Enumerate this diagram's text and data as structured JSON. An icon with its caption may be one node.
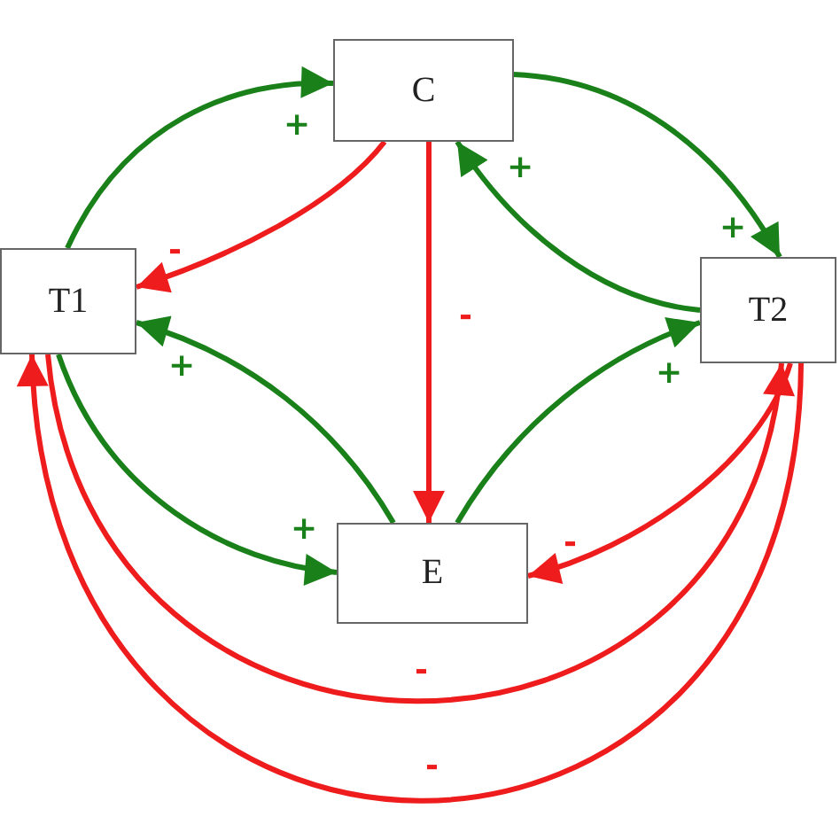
{
  "diagram": {
    "nodes": [
      {
        "text": [
          "C"
        ]
      },
      {
        "text": [
          "T1"
        ]
      },
      {
        "text": [
          "T2"
        ]
      },
      {
        "text": [
          "E"
        ]
      }
    ],
    "edges": [
      {
        "from": 1,
        "to": 0,
        "arrow": "to",
        "label": "+"
      },
      {
        "from": 0,
        "to": 1,
        "arrow": "to",
        "label": "-",
        "color": "#ee1c1c"
      },
      {
        "from": 0,
        "to": 3,
        "arrow": "to",
        "label": "-",
        "color": "#ee1c1c"
      },
      {
        "from": 0,
        "to": 2,
        "arrow": "to",
        "label": "+"
      },
      {
        "from": 2,
        "to": 0,
        "arrow": "to",
        "label": "+"
      },
      {
        "from": 3,
        "to": 1,
        "arrow": "to",
        "label": "+"
      },
      {
        "from": 1,
        "to": 3,
        "arrow": "to",
        "label": "+"
      },
      {
        "from": 3,
        "to": 2,
        "arrow": "to",
        "label": "+"
      },
      {
        "from": 2,
        "to": 3,
        "arrow": "to",
        "label": "-",
        "color": "#ee1c1c"
      },
      {
        "from": 1,
        "to": 2,
        "arrow": "to",
        "label": "-",
        "color": "#ee1c1c"
      },
      {
        "from": 2,
        "to": 1,
        "arrow": "to",
        "label": "-",
        "color": "#ee1c1c"
      }
    ]
  }
}
